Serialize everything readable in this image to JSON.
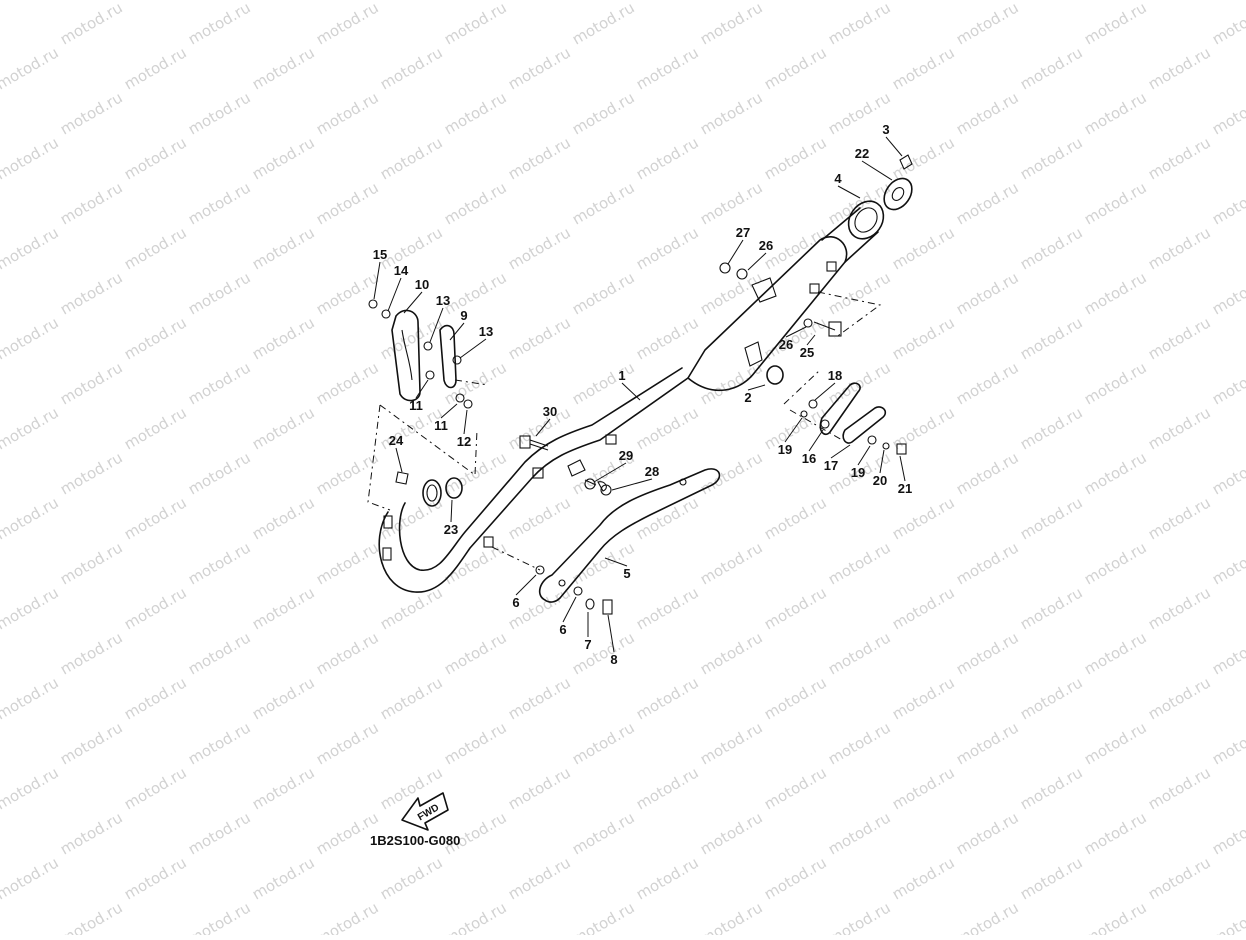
{
  "watermark": "motod.ru",
  "diagram_code": "1B2S100-G080",
  "fwd_label": "FWD",
  "callouts": [
    "1",
    "2",
    "3",
    "4",
    "5",
    "6",
    "6",
    "7",
    "8",
    "9",
    "10",
    "11",
    "11",
    "12",
    "13",
    "13",
    "14",
    "15",
    "16",
    "17",
    "18",
    "19",
    "19",
    "20",
    "21",
    "22",
    "23",
    "24",
    "25",
    "26",
    "26",
    "27",
    "28",
    "29",
    "30"
  ]
}
